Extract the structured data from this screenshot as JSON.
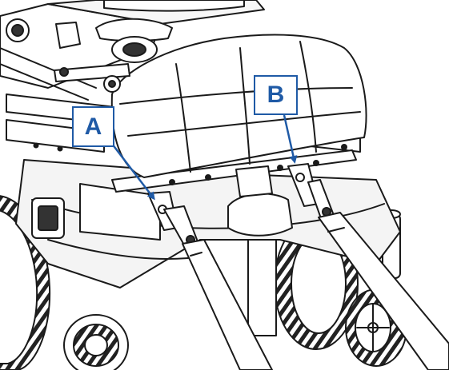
{
  "callouts": [
    {
      "id": "A",
      "label": "A"
    },
    {
      "id": "B",
      "label": "B"
    }
  ],
  "colors": {
    "callout_border": "#1f5aa6",
    "callout_text": "#1f5aa6",
    "leader_line": "#1f5aa6",
    "line_art": "#1a1a1a",
    "background": "#ffffff"
  },
  "icons": {
    "callout_a_target": "tie-down-bracket-icon",
    "callout_b_target": "tie-down-bracket-icon"
  }
}
